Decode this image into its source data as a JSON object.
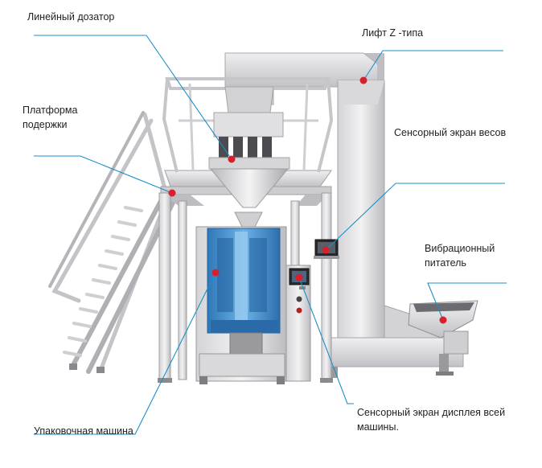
{
  "labels": {
    "linear_weigher": "Линейный дозатор",
    "z_lift": "Лифт Z -типа",
    "platform_line1": "Платформа",
    "platform_line2": "подержки",
    "weigher_touchscreen": "Сенсорный экран весов",
    "vibro_feeder_line1": "Вибрационный",
    "vibro_feeder_line2": "питатель",
    "packing_machine": "Упаковочная машина",
    "main_touchscreen_line1": "Сенсорный экран дисплея всей",
    "main_touchscreen_line2": "машины."
  },
  "colors": {
    "callout_line": "#1a8fc9",
    "marker": "#d8202c",
    "steel_light": "#e4e4e6",
    "steel_mid": "#c9c9cc",
    "steel_dark": "#9a9a9e",
    "machine_blue": "#4a97d4",
    "machine_blue_dark": "#1f5f9a"
  }
}
